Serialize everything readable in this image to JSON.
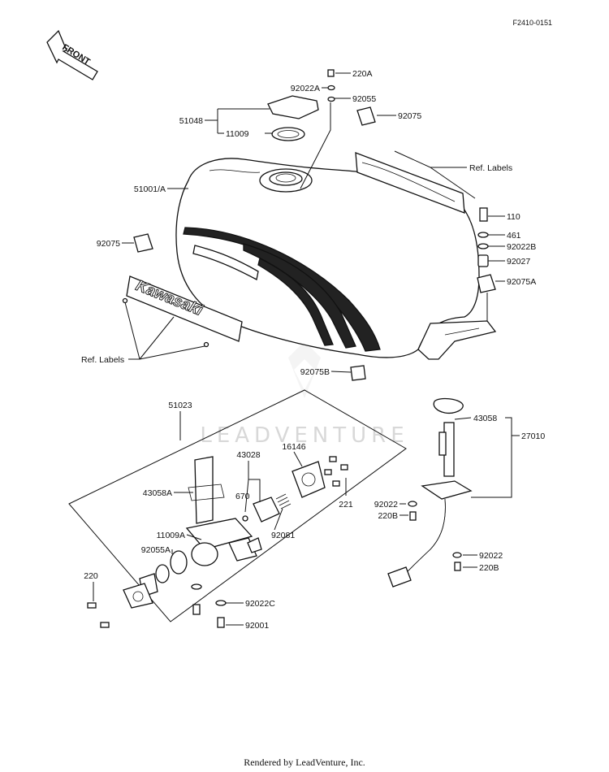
{
  "diagram_code": "F2410-0151",
  "front_arrow_label": "FRONT",
  "brand_emblem_text": "Kawasaki",
  "watermark_text": "LEADVENTURE",
  "footer_text": "Rendered by LeadVenture, Inc.",
  "labels": {
    "p220A": "220A",
    "p92022A": "92022A",
    "p92055": "92055",
    "p92075_top": "92075",
    "p51048": "51048",
    "p11009": "11009",
    "p51001A": "51001/A",
    "ref_labels_right": "Ref. Labels",
    "p110": "110",
    "p461": "461",
    "p92022B": "92022B",
    "p92027": "92027",
    "p92075A": "92075A",
    "p92075_left": "92075",
    "ref_labels_left": "Ref. Labels",
    "p92075B": "92075B",
    "p51023": "51023",
    "p43028": "43028",
    "p16146": "16146",
    "p43058A": "43058A",
    "p670": "670",
    "p221": "221",
    "p11009A": "11009A",
    "p92081": "92081",
    "p92055A": "92055A",
    "p220": "220",
    "p92022C": "92022C",
    "p92001": "92001",
    "p43058": "43058",
    "p27010": "27010",
    "p92022_a": "92022",
    "p220B_a": "220B",
    "p92022_b": "92022",
    "p220B_b": "220B"
  }
}
